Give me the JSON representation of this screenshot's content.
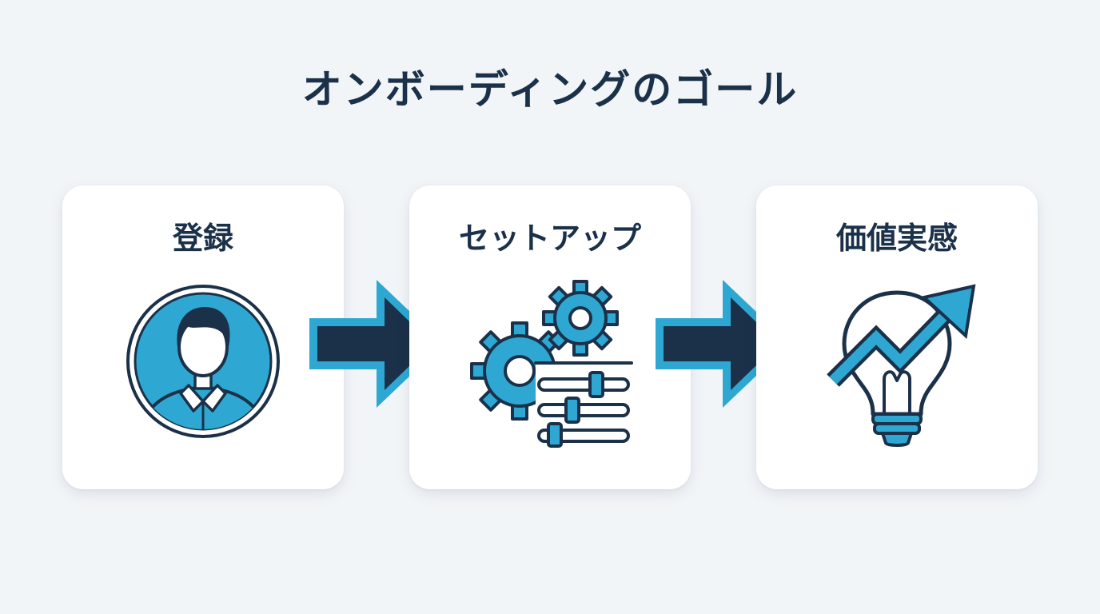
{
  "title": "オンボーディングのゴール",
  "steps": [
    {
      "label": "登録",
      "icon": "user-profile-icon"
    },
    {
      "label": "セットアップ",
      "icon": "gears-sliders-icon"
    },
    {
      "label": "価値実感",
      "icon": "lightbulb-growth-icon"
    }
  ],
  "connectors": [
    {
      "icon": "arrow-right-icon"
    },
    {
      "icon": "arrow-right-icon"
    }
  ],
  "colors": {
    "background": "#f2f5f8",
    "card": "#ffffff",
    "navy": "#1b3149",
    "accent": "#2ea8d3"
  }
}
